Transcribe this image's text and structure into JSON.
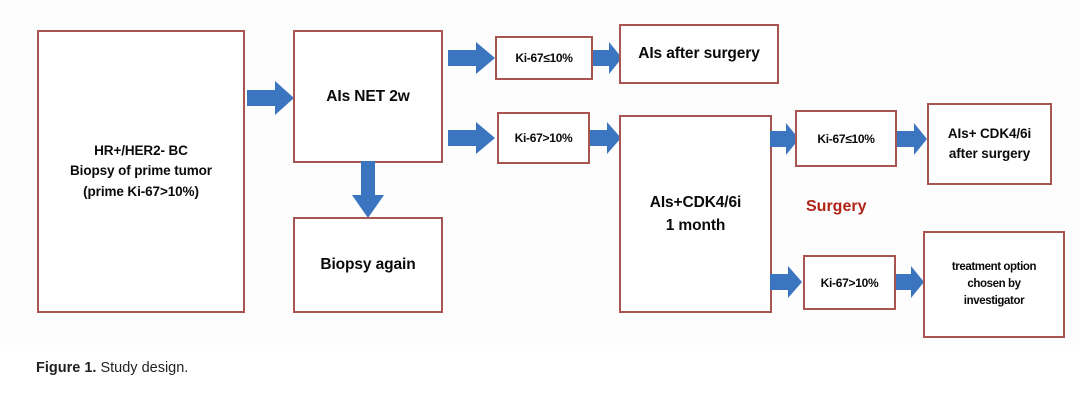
{
  "figure": {
    "caption_label": "Figure 1.",
    "caption_text": " Study design.",
    "colors": {
      "box_border": "#A85450",
      "arrow_blue": "#3B75C0",
      "surgery_red": "#B02418",
      "text": "#0a0a0a",
      "background": "#ffffff"
    },
    "annotations": {
      "surgery": "Surgery"
    },
    "nodes": [
      {
        "id": "enrollment",
        "lines": [
          "HR+/HER2- BC",
          "Biopsy of prime tumor",
          "(prime Ki-67>10%)"
        ]
      },
      {
        "id": "ais-net-2w",
        "lines": [
          "AIs NET 2w"
        ]
      },
      {
        "id": "biopsy-again",
        "lines": [
          "Biopsy again"
        ]
      },
      {
        "id": "ki67-le10-a",
        "lines": [
          "Ki-67≤10%"
        ]
      },
      {
        "id": "ki67-gt10-a",
        "lines": [
          "Ki-67>10%"
        ]
      },
      {
        "id": "ais-after-surgery",
        "lines": [
          "AIs after surgery"
        ]
      },
      {
        "id": "ais-cdk-1month",
        "lines": [
          "AIs+CDK4/6i",
          "1 month"
        ]
      },
      {
        "id": "ki67-le10-b",
        "lines": [
          "Ki-67≤10%"
        ]
      },
      {
        "id": "ki67-gt10-b",
        "lines": [
          "Ki-67>10%"
        ]
      },
      {
        "id": "ais-cdk-after-surgery",
        "lines": [
          "AIs+ CDK4/6i",
          "after surgery"
        ]
      },
      {
        "id": "treatment-option",
        "lines": [
          "treatment option",
          "chosen by",
          "investigator"
        ]
      }
    ]
  }
}
